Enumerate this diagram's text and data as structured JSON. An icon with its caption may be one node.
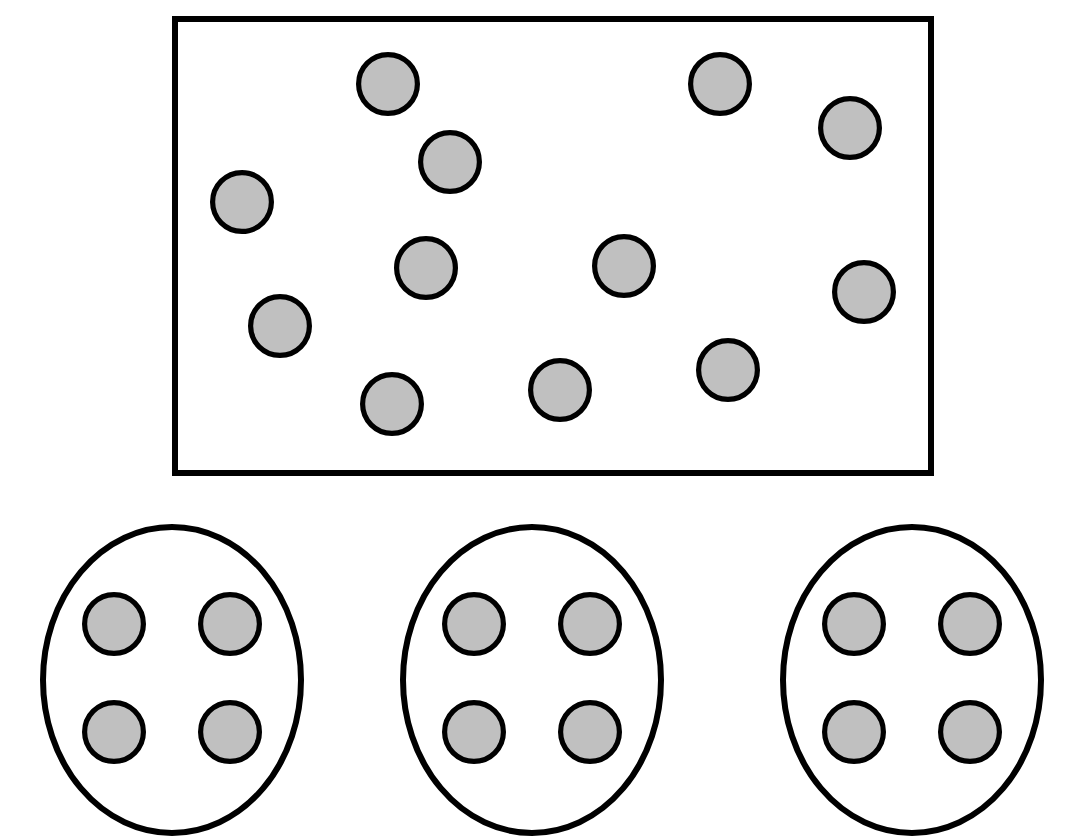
{
  "diagram": {
    "nodes": [
      {
        "text": [],
        "shape": "box"
      },
      {
        "text": [],
        "shape": "circle",
        "in": 0
      },
      {
        "text": [],
        "shape": "circle",
        "in": 0
      },
      {
        "text": [],
        "shape": "circle",
        "in": 0
      },
      {
        "text": [],
        "shape": "circle",
        "in": 0
      },
      {
        "text": [],
        "shape": "circle",
        "in": 0
      },
      {
        "text": [],
        "shape": "circle",
        "in": 0
      },
      {
        "text": [],
        "shape": "circle",
        "in": 0
      },
      {
        "text": [],
        "shape": "circle",
        "in": 0
      },
      {
        "text": [],
        "shape": "circle",
        "in": 0
      },
      {
        "text": [],
        "shape": "circle",
        "in": 0
      },
      {
        "text": [],
        "shape": "circle",
        "in": 0
      },
      {
        "text": [],
        "shape": "circle",
        "in": 0
      },
      {
        "text": [],
        "shape": "circle"
      },
      {
        "text": [],
        "shape": "circle",
        "in": 13
      },
      {
        "text": [],
        "shape": "circle",
        "in": 13
      },
      {
        "text": [],
        "shape": "circle",
        "in": 13
      },
      {
        "text": [],
        "shape": "circle",
        "in": 13
      },
      {
        "text": [],
        "shape": "circle"
      },
      {
        "text": [],
        "shape": "circle",
        "in": 18
      },
      {
        "text": [],
        "shape": "circle",
        "in": 18
      },
      {
        "text": [],
        "shape": "circle",
        "in": 18
      },
      {
        "text": [],
        "shape": "circle",
        "in": 18
      },
      {
        "text": [],
        "shape": "circle"
      },
      {
        "text": [],
        "shape": "circle",
        "in": 23
      },
      {
        "text": [],
        "shape": "circle",
        "in": 23
      },
      {
        "text": [],
        "shape": "circle",
        "in": 23
      },
      {
        "text": [],
        "shape": "circle",
        "in": 23
      }
    ]
  }
}
